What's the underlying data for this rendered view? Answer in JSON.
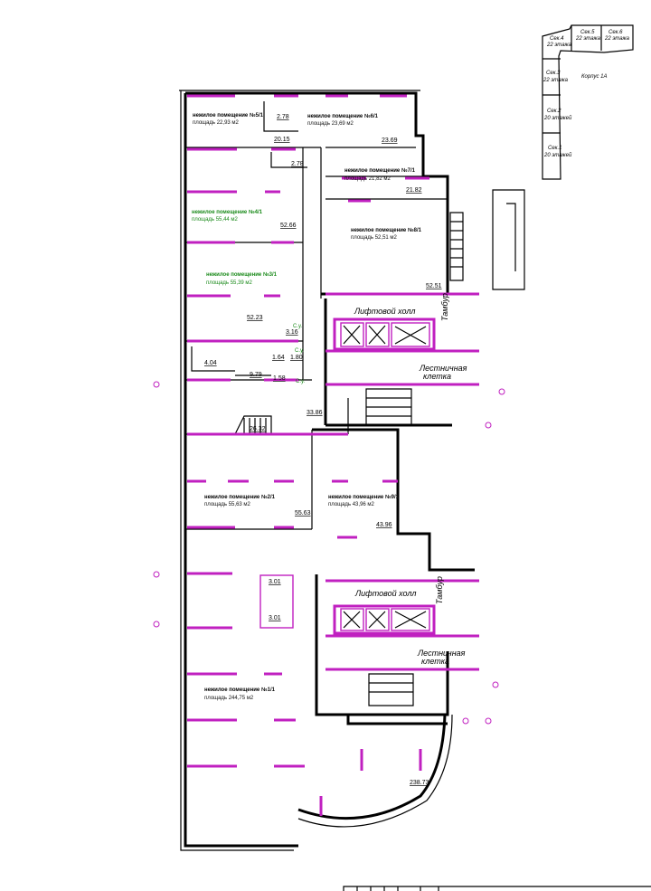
{
  "key_plan": {
    "building": "Корпус 1А",
    "sections": [
      {
        "name": "Сек.4",
        "floors": "22 этажа"
      },
      {
        "name": "Сек.5",
        "floors": "22 этажа"
      },
      {
        "name": "Сек.6",
        "floors": "22 этажа"
      },
      {
        "name": "Сек.3",
        "floors": "22 этажа"
      },
      {
        "name": "Сек.2",
        "floors": "20 этажей"
      },
      {
        "name": "Сек.1",
        "floors": "20 этажей"
      }
    ]
  },
  "rooms": [
    {
      "title": "нежилое помещение",
      "no": "№5/1",
      "area": "площадь 22,93 м2",
      "dim": "20.15"
    },
    {
      "title": "нежилое помещение",
      "no": "№6/1",
      "area": "площадь 23,69 м2",
      "dim": "23.69"
    },
    {
      "title": "нежилое помещение",
      "no": "№7/1",
      "area": "площадь 21,82 м2",
      "dim": "21.82"
    },
    {
      "title": "нежилое помещение",
      "no": "№4/1",
      "area": "площадь 55,44 м2",
      "dim": "52.66"
    },
    {
      "title": "нежилое помещение",
      "no": "№8/1",
      "area": "площадь 52,51 м2",
      "dim": "52.51"
    },
    {
      "title": "нежилое помещение",
      "no": "№3/1",
      "area": "площадь 55,39 м2",
      "dim": "52.23"
    },
    {
      "title": "нежилое помещение",
      "no": "№2/1",
      "area": "площадь 55,63 м2",
      "dim": "55.63"
    },
    {
      "title": "нежилое помещение",
      "no": "№9/1",
      "area": "площадь 43,96 м2",
      "dim": "43.96"
    },
    {
      "title": "нежилое помещение",
      "no": "№1/1",
      "area": "площадь 244,75 м2",
      "dim": "238.73"
    }
  ],
  "dims": [
    "2.78",
    "2.78",
    "3.16",
    "4.04",
    "9.79",
    "1.64",
    "1.80",
    "1.58",
    "26.32",
    "33.86",
    "3.01",
    "3.01"
  ],
  "labels": {
    "lift_hall": "Лифтовой холл",
    "vestibule": "Тамбур",
    "stair_1": "Лестничная",
    "stair_2": "клетка",
    "wc": "С.у."
  }
}
